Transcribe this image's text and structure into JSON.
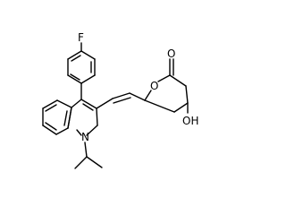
{
  "molecule": {
    "atoms": {
      "fluorine": "F",
      "ring_oxygen": "O",
      "carbonyl_oxygen": "O",
      "hydroxyl": "OH",
      "indole_nitrogen": "N"
    },
    "bond_color": "#000000",
    "background_color": "#ffffff"
  }
}
